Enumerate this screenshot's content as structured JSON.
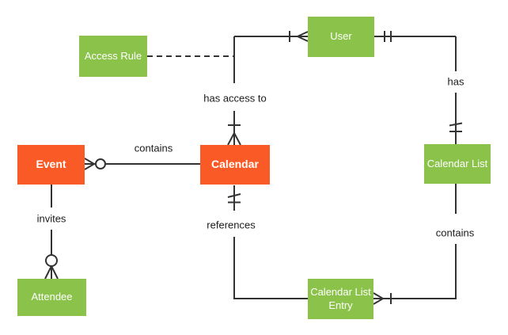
{
  "colors": {
    "entity_green": "#8BC34A",
    "entity_orange": "#FA5A25",
    "line": "#333333",
    "label_text": "#1B1B1B",
    "bg": "#FFFFFF"
  },
  "entities": {
    "access_rule": {
      "label": "Access Rule"
    },
    "user": {
      "label": "User"
    },
    "event": {
      "label": "Event"
    },
    "calendar": {
      "label": "Calendar"
    },
    "calendar_list": {
      "label": "Calendar List"
    },
    "attendee": {
      "label": "Attendee"
    },
    "calendar_list_entry": {
      "label": "Calendar List Entry"
    }
  },
  "relationships": {
    "has_access_to": {
      "label": "has access to",
      "from": "Calendar",
      "to": "User",
      "from_cardinality": "one_or_many",
      "to_cardinality": "one_or_many"
    },
    "has": {
      "label": "has",
      "from": "User",
      "to": "Calendar List",
      "from_cardinality": "exactly_one",
      "to_cardinality": "exactly_one"
    },
    "contains_events": {
      "label": "contains",
      "from": "Calendar",
      "to": "Event",
      "to_cardinality": "zero_or_many"
    },
    "invites": {
      "label": "invites",
      "from": "Event",
      "to": "Attendee",
      "to_cardinality": "zero_or_many"
    },
    "references": {
      "label": "references",
      "from": "Calendar",
      "to": "Calendar List Entry",
      "from_cardinality": "exactly_one"
    },
    "contains_entries": {
      "label": "contains",
      "from": "Calendar List",
      "to": "Calendar List Entry",
      "to_cardinality": "one_or_many"
    },
    "access_rule_link": {
      "label": "",
      "from": "Access Rule",
      "to": "has_access_to relationship",
      "style": "dashed"
    }
  }
}
